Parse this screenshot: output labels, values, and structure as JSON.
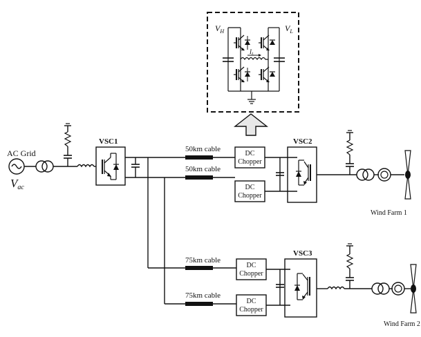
{
  "labels": {
    "ac_grid": "AC Grid",
    "vac_main": "V",
    "vac_sub": "ac",
    "vsc1": "VSC1",
    "vsc2": "VSC2",
    "vsc3": "VSC3",
    "cable1": "50km cable",
    "cable2": "50km cable",
    "cable3": "75km cable",
    "cable4": "75km cable",
    "chopper_line1": "DC",
    "chopper_line2": "Chopper",
    "wind_farm_1": "Wind Farm 1",
    "wind_farm_2": "Wind Farm 2",
    "inset_vh_main": "V",
    "inset_vh_sub": "H",
    "inset_vl_main": "V",
    "inset_vl_sub": "L",
    "inset_il_main": "I",
    "inset_il_sub": "L"
  }
}
